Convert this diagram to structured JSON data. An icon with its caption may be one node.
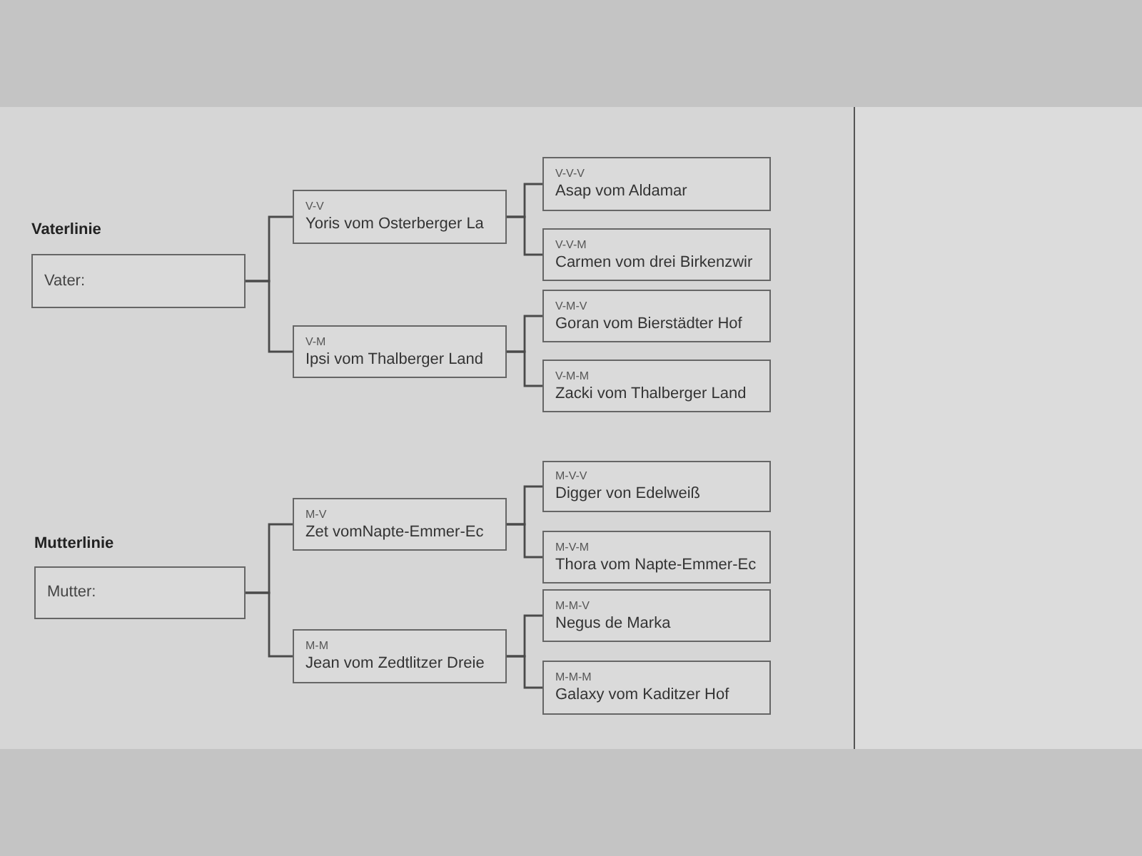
{
  "diagram": {
    "nodes": [
      {
        "text": [
          "Vater:"
        ]
      },
      {
        "text": [
          "V-V",
          "Yoris vom Osterberger La"
        ]
      },
      {
        "text": [
          "V-M",
          "Ipsi vom Thalberger Land"
        ]
      },
      {
        "text": [
          "V-V-V",
          "Asap vom Aldamar"
        ]
      },
      {
        "text": [
          "V-V-M",
          "Carmen vom drei Birkenzwir"
        ]
      },
      {
        "text": [
          "V-M-V",
          "Goran vom Bierstädter Hof"
        ]
      },
      {
        "text": [
          "V-M-M",
          "Zacki vom Thalberger Land"
        ]
      },
      {
        "text": [
          "Mutter:"
        ]
      },
      {
        "text": [
          "M-V",
          "Zet vomNapte-Emmer-Ec"
        ]
      },
      {
        "text": [
          "M-M",
          "Jean vom Zedtlitzer Dreie"
        ]
      },
      {
        "text": [
          "M-V-V",
          "Digger von Edelweiß"
        ]
      },
      {
        "text": [
          "M-V-M",
          "Thora vom Napte-Emmer-Ec"
        ]
      },
      {
        "text": [
          "M-M-V",
          "Negus de Marka"
        ]
      },
      {
        "text": [
          "M-M-M",
          "Galaxy vom Kaditzer Hof"
        ]
      }
    ],
    "edges": [
      {
        "from": 0,
        "to": 1,
        "arrow": "none"
      },
      {
        "from": 0,
        "to": 2,
        "arrow": "none"
      },
      {
        "from": 1,
        "to": 3,
        "arrow": "none"
      },
      {
        "from": 1,
        "to": 4,
        "arrow": "none"
      },
      {
        "from": 2,
        "to": 5,
        "arrow": "none"
      },
      {
        "from": 2,
        "to": 6,
        "arrow": "none"
      },
      {
        "from": 7,
        "to": 8,
        "arrow": "none"
      },
      {
        "from": 7,
        "to": 9,
        "arrow": "none"
      },
      {
        "from": 8,
        "to": 10,
        "arrow": "none"
      },
      {
        "from": 8,
        "to": 11,
        "arrow": "none"
      },
      {
        "from": 9,
        "to": 12,
        "arrow": "none"
      },
      {
        "from": 9,
        "to": 13,
        "arrow": "none"
      }
    ],
    "labels": [
      "Vaterlinie",
      "Mutterlinie"
    ]
  }
}
